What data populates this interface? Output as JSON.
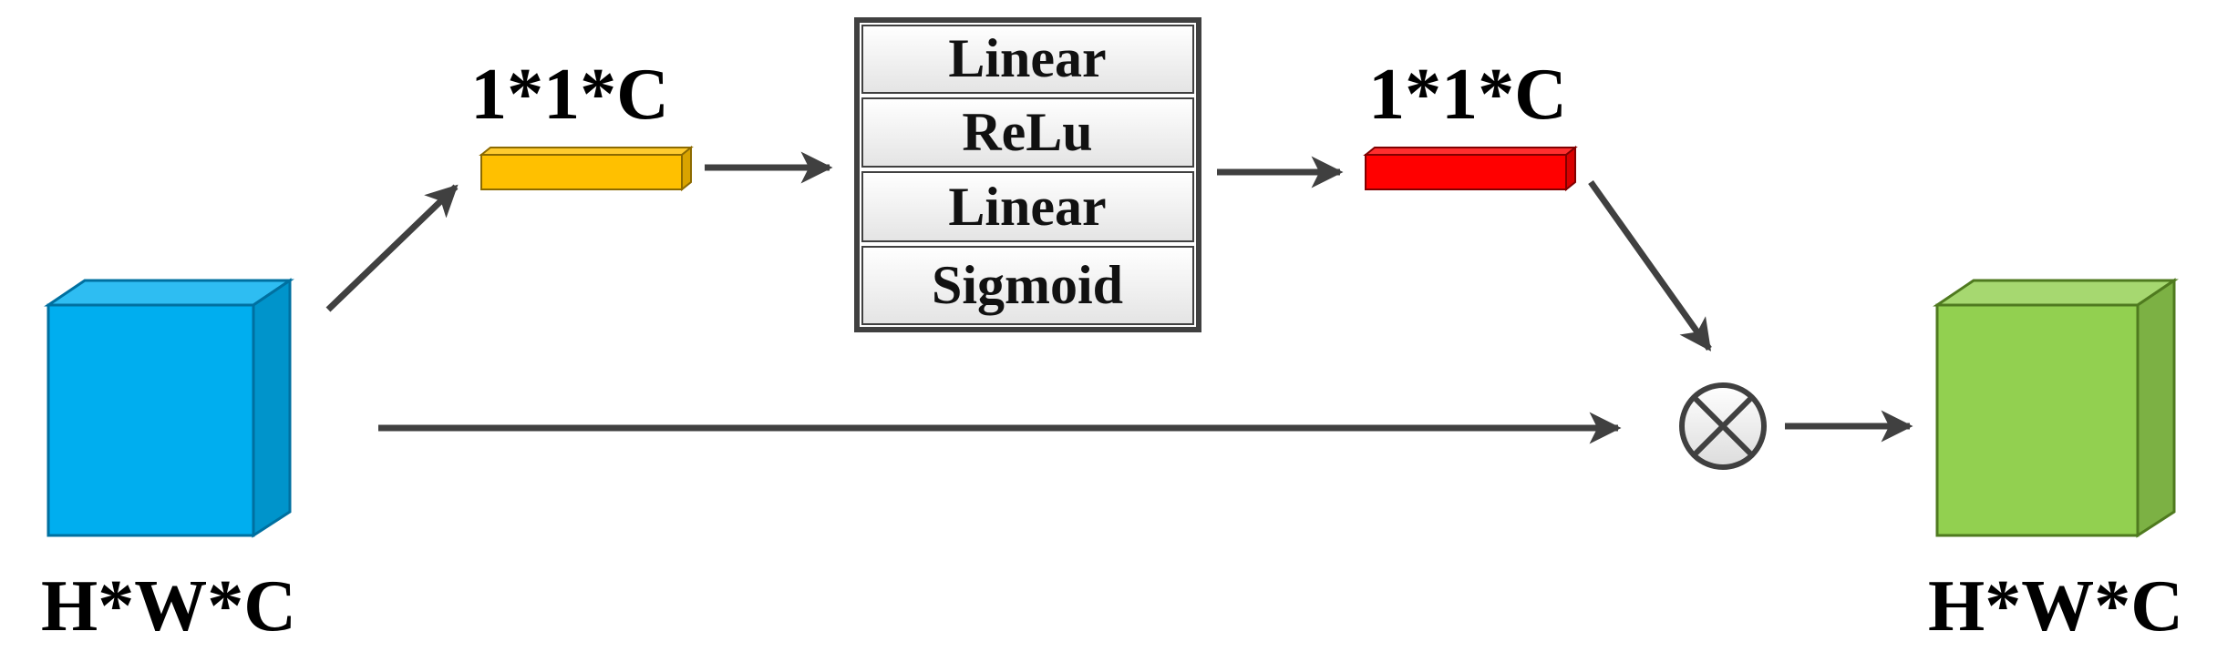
{
  "input_block": {
    "label": "H*W*C",
    "color": "#00AEEF"
  },
  "squeeze_vector": {
    "label": "1*1*C",
    "color": "#FFC000"
  },
  "excitation_stack": {
    "layers": [
      {
        "label": "Linear"
      },
      {
        "label": "ReLu"
      },
      {
        "label": "Linear"
      },
      {
        "label": "Sigmoid"
      }
    ]
  },
  "attention_vector": {
    "label": "1*1*C",
    "color": "#FF0000"
  },
  "multiply_operator": {
    "icon": "circled-times-icon"
  },
  "output_block": {
    "label": "H*W*C",
    "color": "#92D050"
  }
}
